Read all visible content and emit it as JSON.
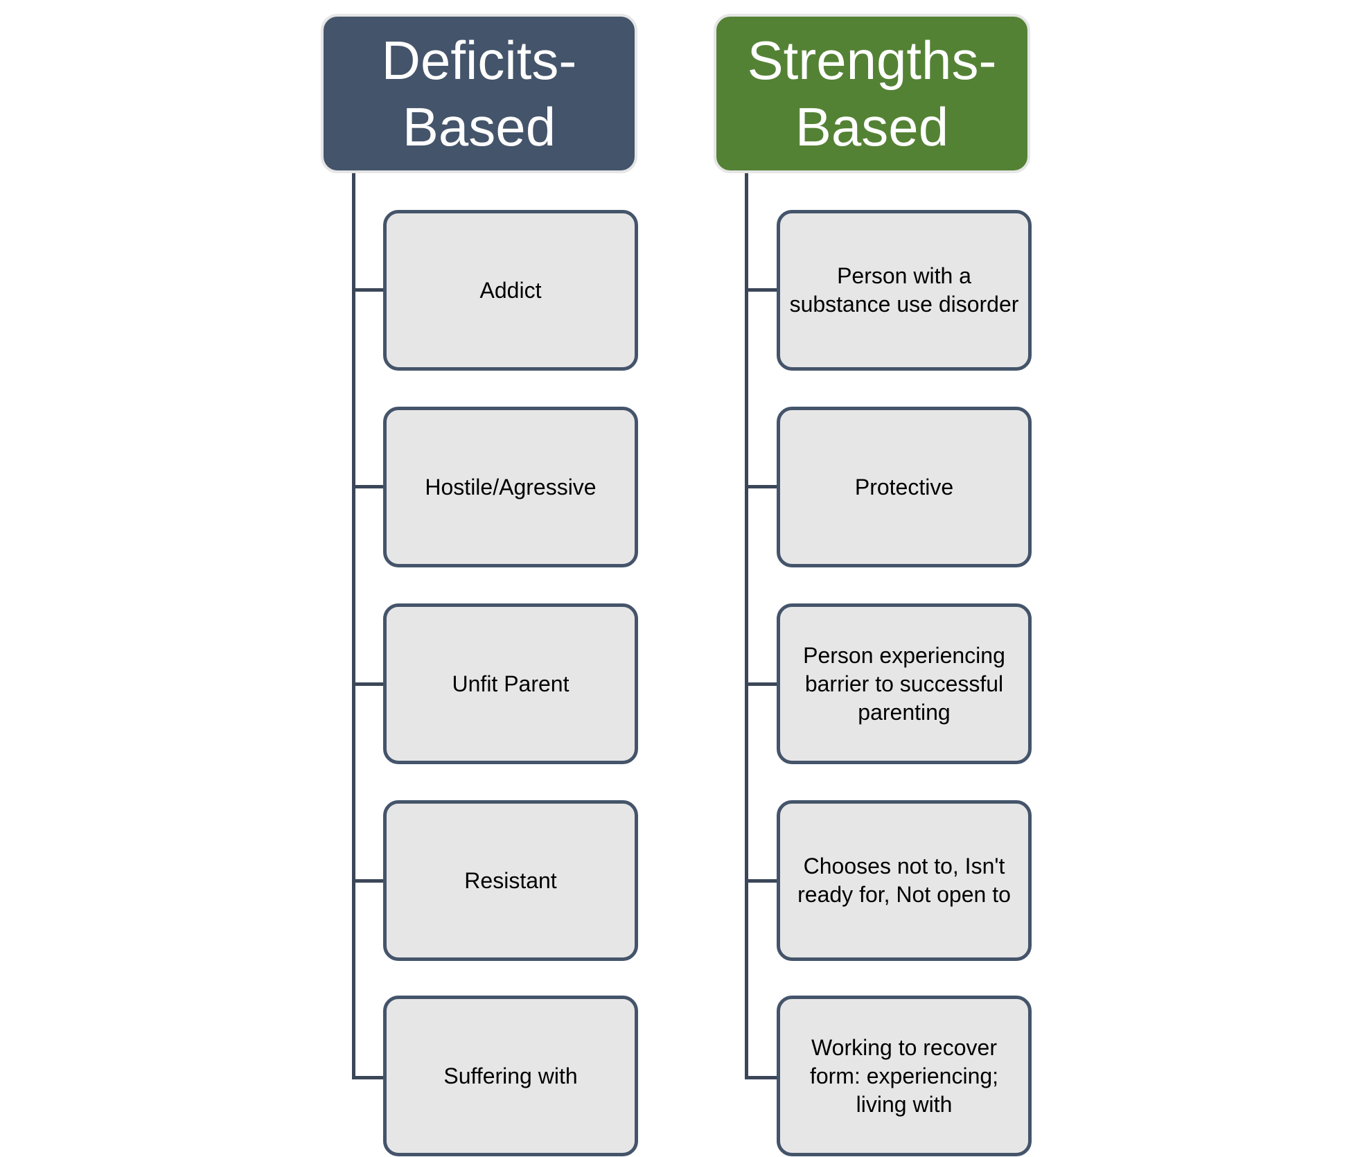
{
  "colors": {
    "deficits_header": "#44546A",
    "strengths_header": "#548235",
    "child_fill": "#E7E6E6",
    "child_border": "#44546A",
    "connector": "#3B4658"
  },
  "columns": [
    {
      "title_line1": "Deficits-",
      "title_line2": "Based",
      "items": [
        "Addict",
        "Hostile/Agressive",
        "Unfit Parent",
        "Resistant",
        "Suffering with"
      ]
    },
    {
      "title_line1": "Strengths-",
      "title_line2": "Based",
      "items": [
        "Person with a substance use disorder",
        "Protective",
        "Person experiencing barrier to successful parenting",
        "Chooses not to, Isn't ready for, Not open to",
        "Working to recover form: experiencing; living with"
      ]
    }
  ]
}
